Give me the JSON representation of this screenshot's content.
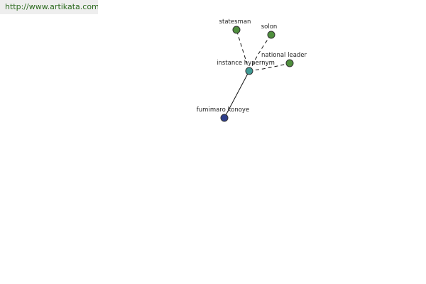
{
  "url_bar": {
    "text": "http://www.artikata.com"
  },
  "graph": {
    "nodes": [
      {
        "id": "statesman",
        "label": "statesman",
        "color": "#4f8f3d"
      },
      {
        "id": "solon",
        "label": "solon",
        "color": "#4f8f3d"
      },
      {
        "id": "national-leader",
        "label": "national leader",
        "color": "#4f8f3d"
      },
      {
        "id": "instance-hypernym",
        "label": "instance hypernym",
        "color": "#3f9a94"
      },
      {
        "id": "fumimaro-konoye",
        "label": "fumimaro konoye",
        "color": "#2f3f8c"
      }
    ],
    "edges": [
      {
        "from": "instance-hypernym",
        "to": "statesman",
        "style": "dashed"
      },
      {
        "from": "instance-hypernym",
        "to": "solon",
        "style": "dashed"
      },
      {
        "from": "instance-hypernym",
        "to": "national-leader",
        "style": "dashed"
      },
      {
        "from": "instance-hypernym",
        "to": "fumimaro-konoye",
        "style": "solid"
      }
    ]
  }
}
